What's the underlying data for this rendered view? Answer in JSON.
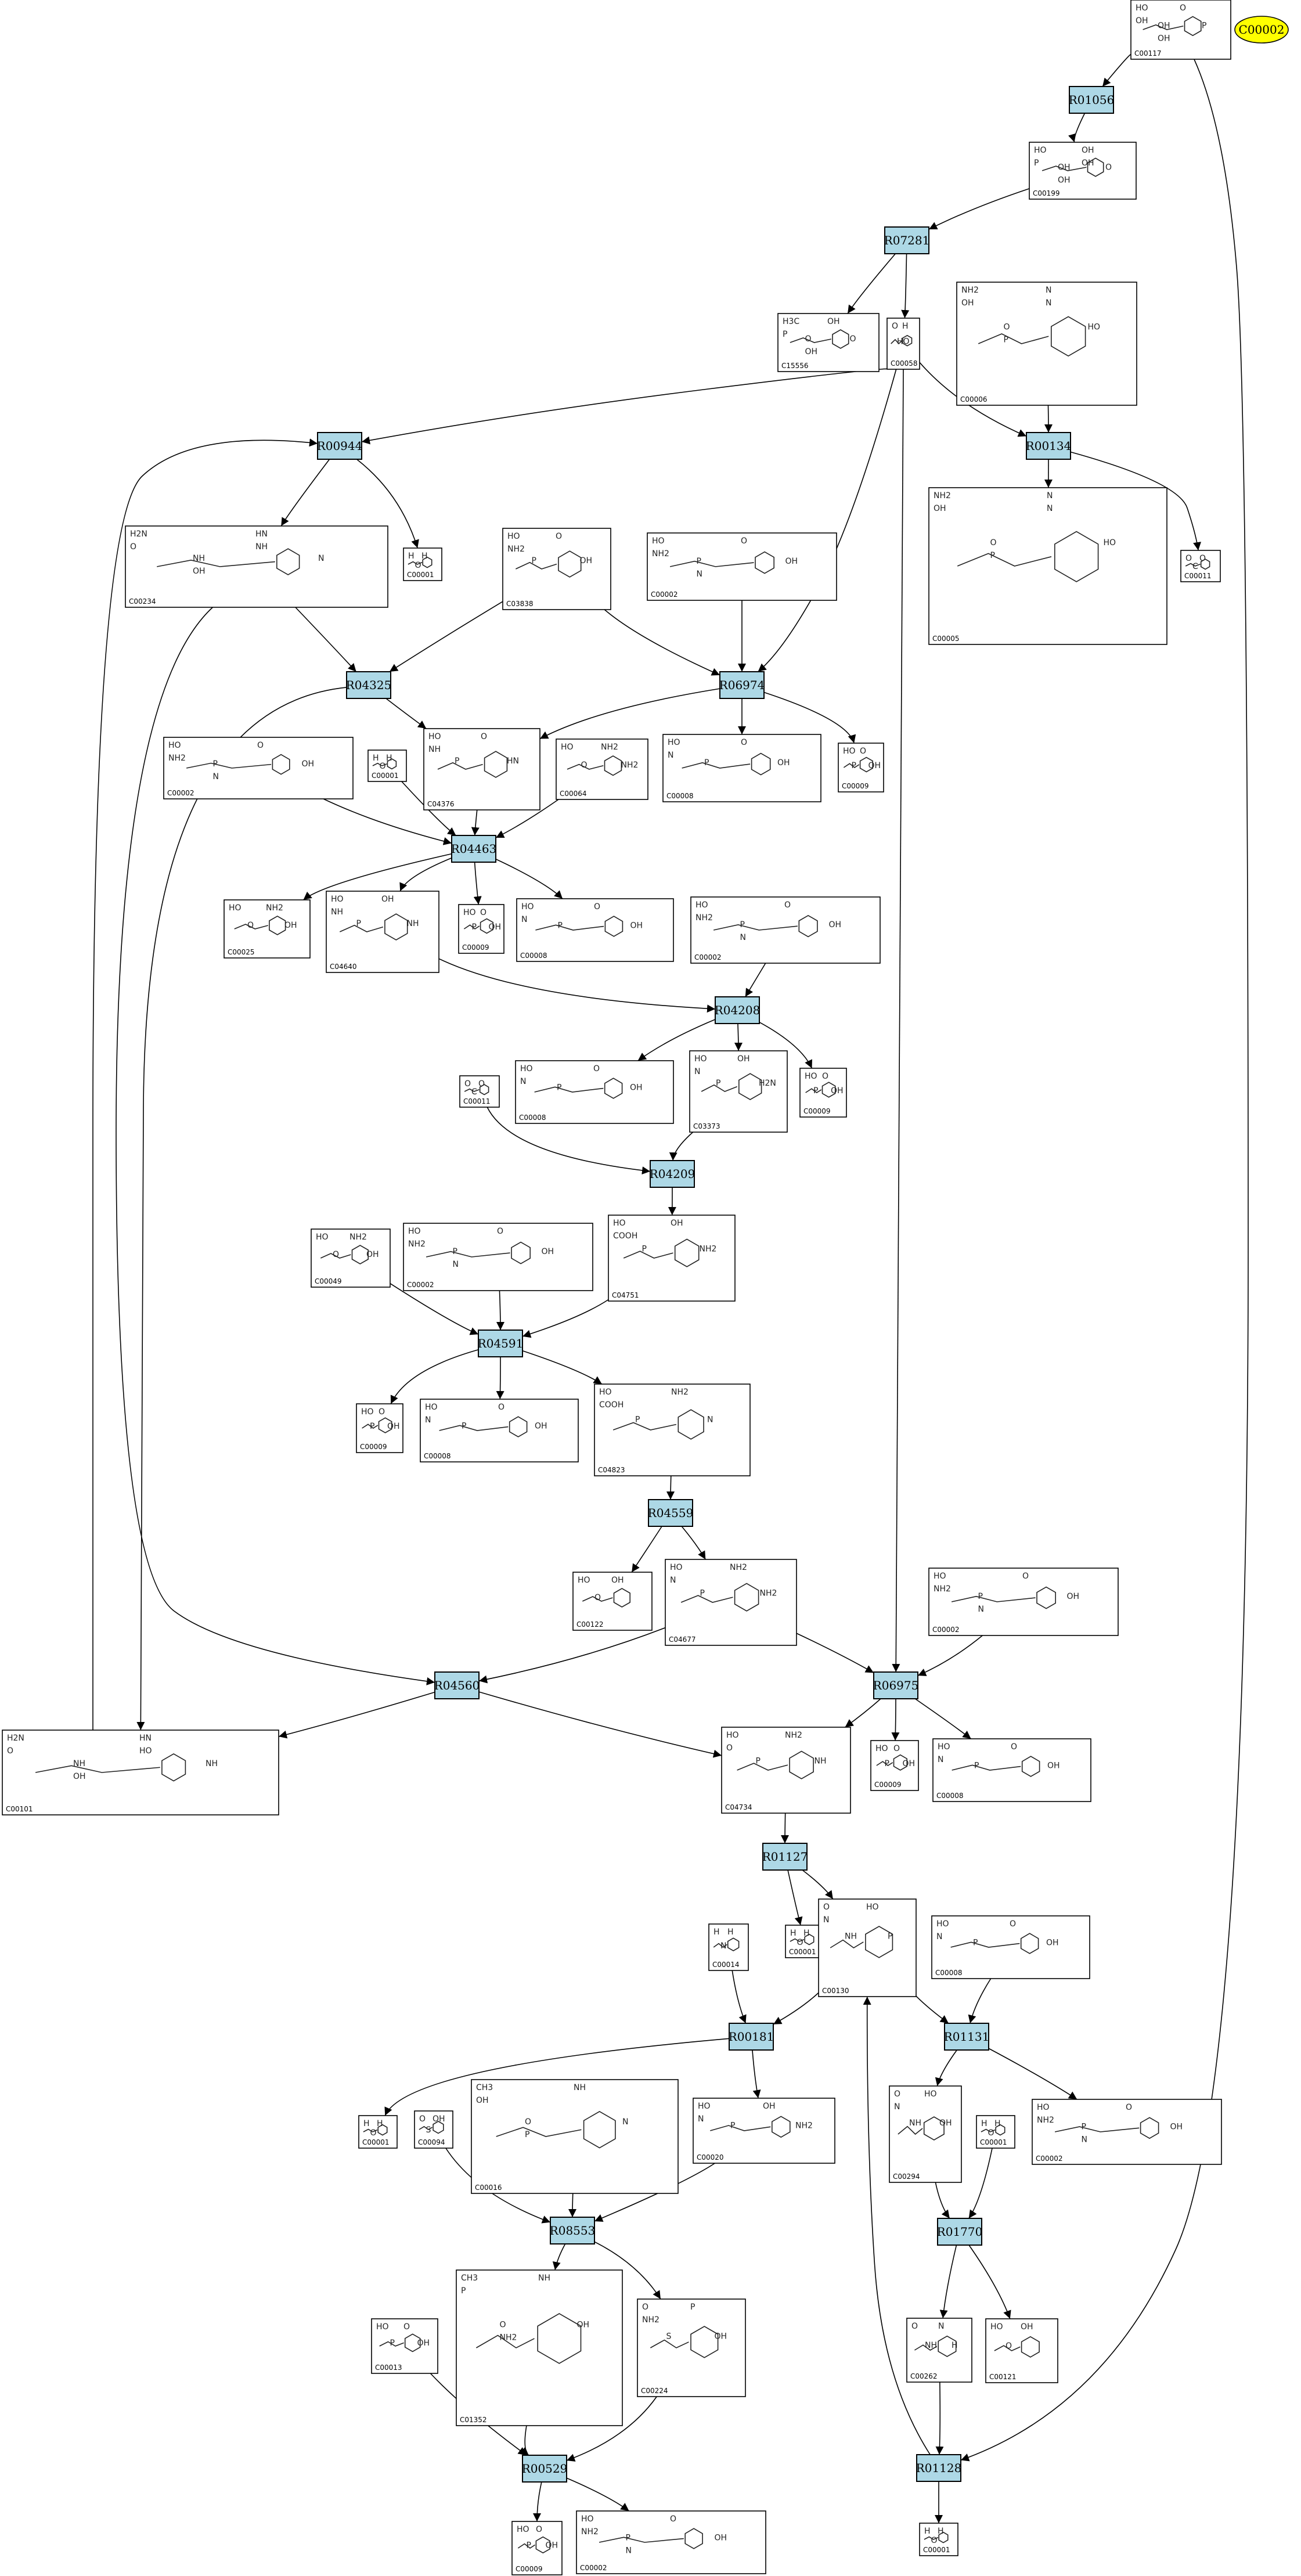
{
  "highlight": {
    "id": "C00002",
    "color": "#ffff00"
  },
  "reaction_fill": "#add8e6",
  "reactions": [
    "R01056",
    "R07281",
    "R00944",
    "R00134",
    "R04325",
    "R06974",
    "R04463",
    "R04208",
    "R04209",
    "R04591",
    "R04559",
    "R04560",
    "R06975",
    "R01127",
    "R00181",
    "R01131",
    "R08553",
    "R01770",
    "R00529",
    "R01128"
  ],
  "compounds": [
    {
      "id": "C00117",
      "labels": [
        "HO",
        "OH",
        "O",
        "P",
        "OH",
        "OH"
      ]
    },
    {
      "id": "C00199",
      "labels": [
        "HO",
        "OH",
        "OH",
        "O",
        "P",
        "OH",
        "OH"
      ]
    },
    {
      "id": "C15556",
      "labels": [
        "H3C",
        "O",
        "OH",
        "O",
        "P",
        "OH"
      ]
    },
    {
      "id": "C00058",
      "labels": [
        "O",
        "HO",
        "H"
      ]
    },
    {
      "id": "C00006",
      "labels": [
        "NH2",
        "O",
        "N",
        "HO",
        "OH",
        "P",
        "N"
      ]
    },
    {
      "id": "C00234",
      "labels": [
        "H2N",
        "NH",
        "HN",
        "N",
        "O",
        "OH",
        "NH"
      ]
    },
    {
      "id": "C00001",
      "labels": [
        "H",
        "O",
        "H"
      ]
    },
    {
      "id": "C03838",
      "labels": [
        "HO",
        "P",
        "O",
        "OH",
        "NH2"
      ]
    },
    {
      "id": "C00002",
      "labels": [
        "HO",
        "P",
        "O",
        "OH",
        "NH2",
        "N"
      ]
    },
    {
      "id": "C00005",
      "labels": [
        "NH2",
        "O",
        "N",
        "HO",
        "OH",
        "P",
        "N"
      ]
    },
    {
      "id": "C00011",
      "labels": [
        "O",
        "C",
        "O"
      ]
    },
    {
      "id": "C04376",
      "labels": [
        "HO",
        "P",
        "O",
        "HN",
        "NH"
      ]
    },
    {
      "id": "C00008",
      "labels": [
        "HO",
        "P",
        "O",
        "OH",
        "N"
      ]
    },
    {
      "id": "C00009",
      "labels": [
        "HO",
        "P",
        "O",
        "OH"
      ]
    },
    {
      "id": "C00064",
      "labels": [
        "HO",
        "O",
        "NH2",
        "NH2"
      ]
    },
    {
      "id": "C00025",
      "labels": [
        "HO",
        "O",
        "NH2",
        "OH"
      ]
    },
    {
      "id": "C04640",
      "labels": [
        "HO",
        "P",
        "OH",
        "NH",
        "NH"
      ]
    },
    {
      "id": "C03373",
      "labels": [
        "HO",
        "P",
        "OH",
        "H2N",
        "N"
      ]
    },
    {
      "id": "C04751",
      "labels": [
        "HO",
        "P",
        "OH",
        "NH2",
        "COOH"
      ]
    },
    {
      "id": "C00049",
      "labels": [
        "HO",
        "O",
        "NH2",
        "OH"
      ]
    },
    {
      "id": "C04823",
      "labels": [
        "HO",
        "P",
        "NH2",
        "N",
        "COOH"
      ]
    },
    {
      "id": "C00122",
      "labels": [
        "HO",
        "O",
        "OH"
      ]
    },
    {
      "id": "C04677",
      "labels": [
        "HO",
        "P",
        "NH2",
        "NH2",
        "N"
      ]
    },
    {
      "id": "C00101",
      "labels": [
        "H2N",
        "NH",
        "HN",
        "NH",
        "O",
        "OH",
        "HO"
      ]
    },
    {
      "id": "C04734",
      "labels": [
        "HO",
        "P",
        "NH2",
        "NH",
        "O"
      ]
    },
    {
      "id": "C00014",
      "labels": [
        "H",
        "N",
        "H"
      ]
    },
    {
      "id": "C00130",
      "labels": [
        "O",
        "NH",
        "HO",
        "P",
        "N"
      ]
    },
    {
      "id": "C00016",
      "labels": [
        "CH3",
        "O",
        "NH",
        "N",
        "OH",
        "P"
      ]
    },
    {
      "id": "C00094",
      "labels": [
        "O",
        "S",
        "OH"
      ]
    },
    {
      "id": "C00020",
      "labels": [
        "HO",
        "P",
        "OH",
        "NH2",
        "N"
      ]
    },
    {
      "id": "C00294",
      "labels": [
        "O",
        "NH",
        "HO",
        "OH",
        "N"
      ]
    },
    {
      "id": "C01352",
      "labels": [
        "CH3",
        "O",
        "NH",
        "OH",
        "P",
        "NH2"
      ]
    },
    {
      "id": "C00224",
      "labels": [
        "O",
        "S",
        "P",
        "OH",
        "NH2"
      ]
    },
    {
      "id": "C00013",
      "labels": [
        "HO",
        "P",
        "O",
        "OH"
      ]
    },
    {
      "id": "C00262",
      "labels": [
        "O",
        "NH",
        "N",
        "H"
      ]
    },
    {
      "id": "C00121",
      "labels": [
        "HO",
        "O",
        "OH"
      ]
    }
  ]
}
